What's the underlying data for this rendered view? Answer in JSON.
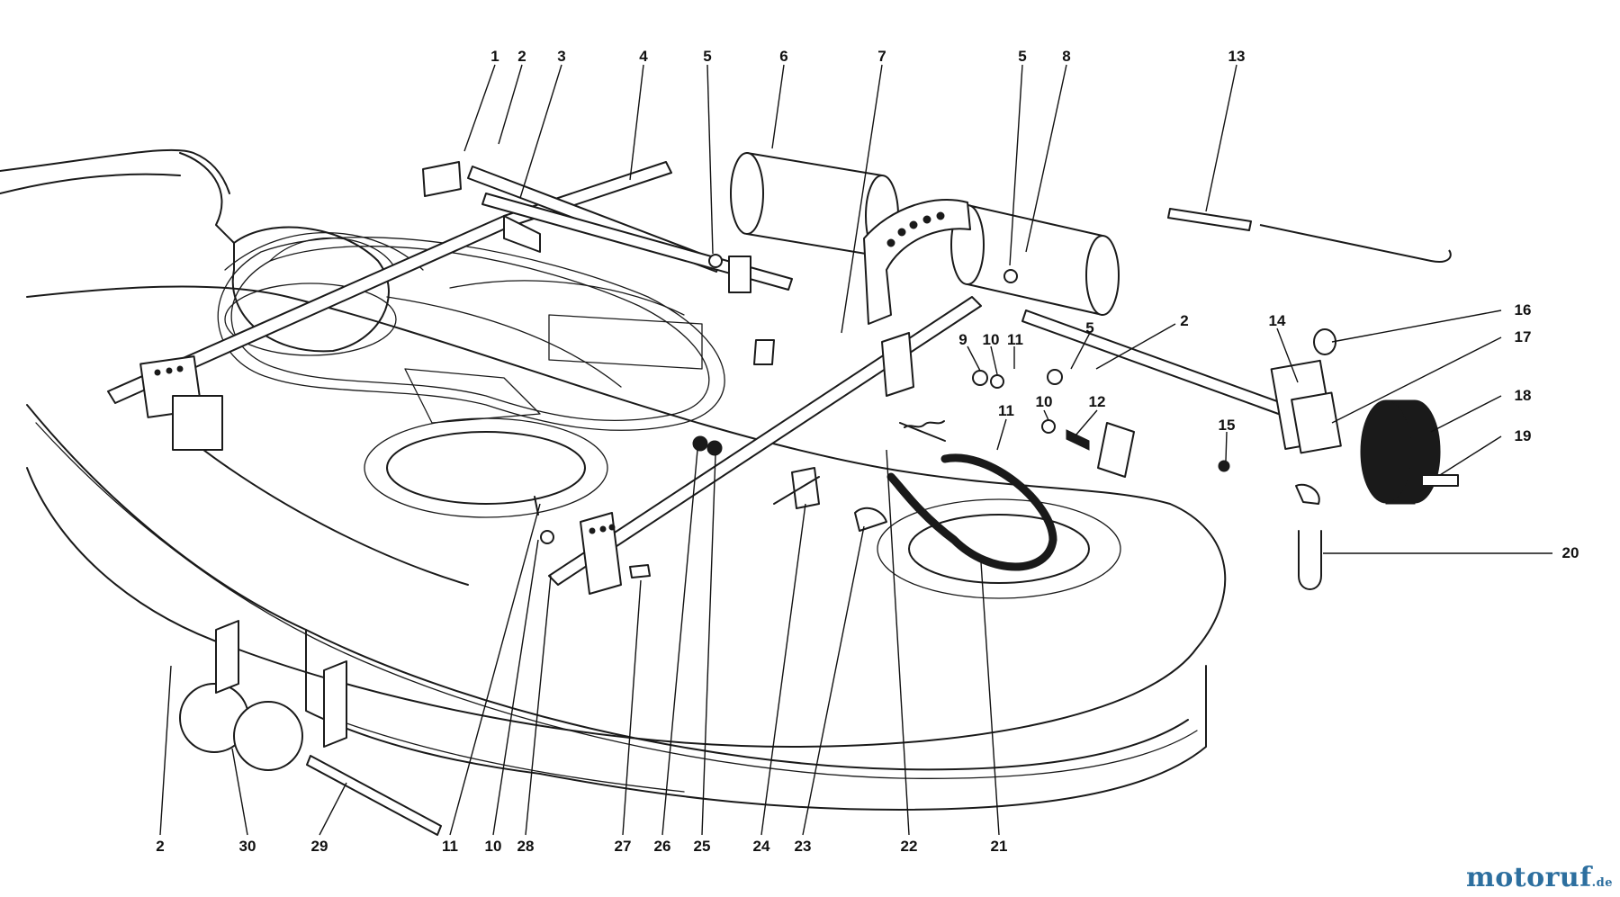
{
  "diagram": {
    "callouts": [
      "1",
      "2",
      "3",
      "4",
      "5",
      "6",
      "7",
      "5",
      "8",
      "13",
      "16",
      "17",
      "18",
      "19",
      "20",
      "2",
      "14",
      "5",
      "15",
      "9",
      "10",
      "11",
      "11",
      "10",
      "12",
      "2",
      "30",
      "29",
      "11",
      "10",
      "28",
      "27",
      "26",
      "25",
      "24",
      "23",
      "22",
      "21"
    ]
  },
  "watermark": {
    "brand_a": "motoruf",
    "brand_b": "",
    "suffix": ".de"
  }
}
